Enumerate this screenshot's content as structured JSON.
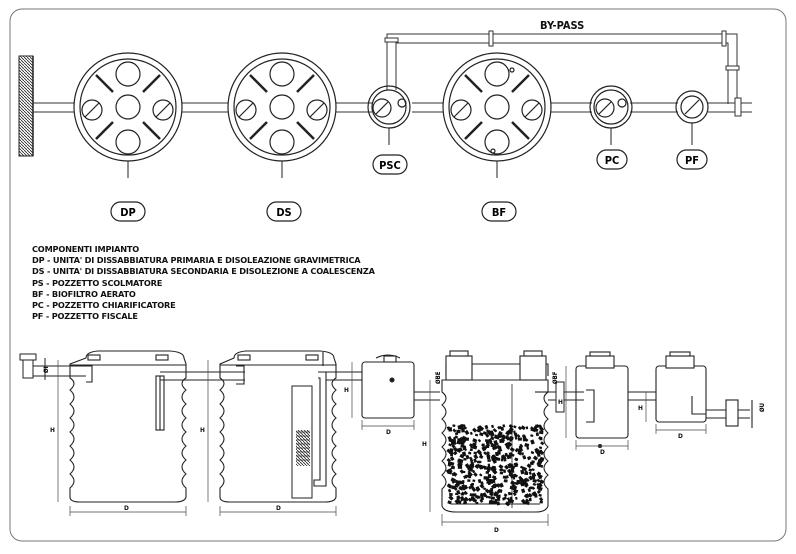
{
  "diagram": {
    "bypass_label": "BY-PASS",
    "plan_labels": {
      "dp": "DP",
      "ds": "DS",
      "psc": "PSC",
      "bf": "BF",
      "pc": "PC",
      "pf": "PF"
    },
    "legend": {
      "title": "COMPONENTI IMPIANTO",
      "items": [
        "DP - UNITA' DI DISSABBIATURA PRIMARIA E DISOLEAZIONE GRAVIMETRICA",
        "DS - UNITA' DI DISSABBIATURA SECONDARIA E DISOLEZIONE A COALESCENZA",
        "PS - POZZETTO SCOLMATORE",
        "BF - BIOFILTRO AERATO",
        "PC - POZZETTO CHIARIFICATORE",
        "PF - POZZETTO FISCALE"
      ]
    },
    "dimension_labels": {
      "h": "H",
      "d": "D",
      "inlet": "ØI",
      "outlet": "ØU",
      "bf_inlet": "ØBE",
      "bf_outlet": "ØBF"
    }
  }
}
